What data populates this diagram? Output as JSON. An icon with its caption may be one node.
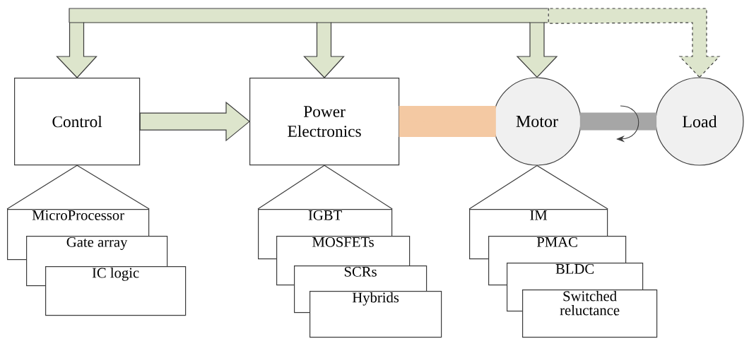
{
  "diagram": {
    "nodes": [
      {
        "text": [
          "Control"
        ]
      },
      {
        "text": [
          "Power Electronics"
        ]
      },
      {
        "text": [
          "Motor"
        ]
      },
      {
        "text": [
          "Load"
        ]
      },
      {
        "text": [
          "MicroProcessor"
        ]
      },
      {
        "text": [
          "Gate array"
        ]
      },
      {
        "text": [
          "IC logic"
        ]
      },
      {
        "text": [
          "IGBT"
        ]
      },
      {
        "text": [
          "MOSFETs"
        ]
      },
      {
        "text": [
          "SCRs"
        ]
      },
      {
        "text": [
          "Hybrids"
        ]
      },
      {
        "text": [
          "IM"
        ]
      },
      {
        "text": [
          "PMAC"
        ]
      },
      {
        "text": [
          "BLDC"
        ]
      },
      {
        "text": [
          "Switched reluctance"
        ]
      },
      {
        "text": [],
        "shape": "bar"
      }
    ],
    "edges": [
      {
        "from": 0,
        "to": 1,
        "arrow": "to"
      },
      {
        "from": 1,
        "to": 2,
        "arrow": "none",
        "color": "#f4c9a3"
      },
      {
        "from": 2,
        "to": 3,
        "arrow": "none",
        "color": "#a6a6a6"
      },
      {
        "from": 15,
        "to": 0,
        "arrow": "to"
      },
      {
        "from": 15,
        "to": 1,
        "arrow": "to"
      },
      {
        "from": 15,
        "to": 2,
        "arrow": "to"
      },
      {
        "from": 15,
        "to": 3,
        "arrow": "to",
        "style": "dashed"
      },
      {
        "from": 0,
        "to": 4,
        "arrow": "none"
      },
      {
        "from": 1,
        "to": 7,
        "arrow": "none"
      },
      {
        "from": 2,
        "to": 11,
        "arrow": "none"
      }
    ]
  }
}
